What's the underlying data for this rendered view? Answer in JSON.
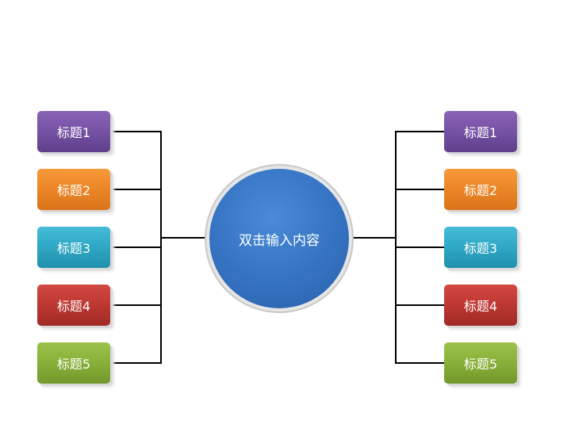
{
  "center": {
    "text": "双击输入内容"
  },
  "left_items": [
    {
      "label": "标题1",
      "color": "#7a55a8"
    },
    {
      "label": "标题2",
      "color": "#ee8a2a"
    },
    {
      "label": "标题3",
      "color": "#33acc9"
    },
    {
      "label": "标题4",
      "color": "#c23a34"
    },
    {
      "label": "标题5",
      "color": "#8bb43c"
    }
  ],
  "right_items": [
    {
      "label": "标题1",
      "color": "#7a55a8"
    },
    {
      "label": "标题2",
      "color": "#ee8a2a"
    },
    {
      "label": "标题3",
      "color": "#33acc9"
    },
    {
      "label": "标题4",
      "color": "#c23a34"
    },
    {
      "label": "标题5",
      "color": "#8bb43c"
    }
  ],
  "center_color": "#3573c2",
  "line_color": "#000000"
}
